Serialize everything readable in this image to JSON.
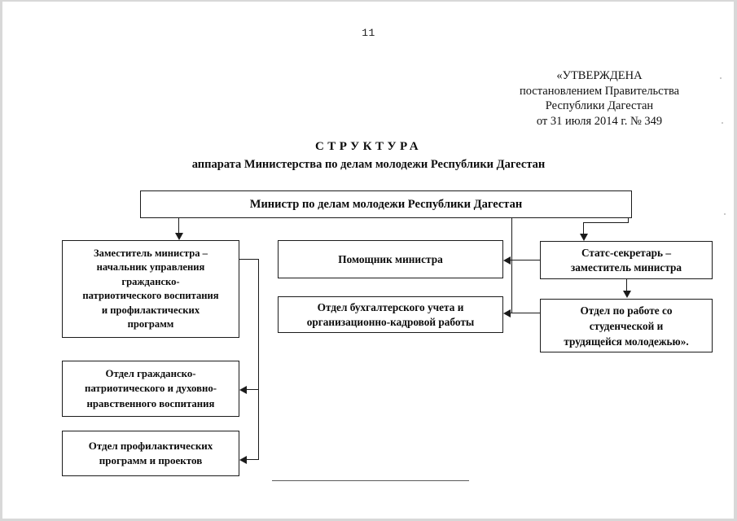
{
  "page": {
    "number": "11"
  },
  "approval": {
    "lines": [
      "«УТВЕРЖДЕНА",
      "постановлением Правительства",
      "Республики Дагестан",
      "от 31 июля 2014 г. № 349"
    ]
  },
  "title": {
    "heading": "СТРУКТУРА",
    "subheading": "аппарата Министерства по делам молодежи Республики Дагестан"
  },
  "chart_data": {
    "type": "diagram",
    "title": "СТРУКТУРА аппарата Министерства по делам молодежи Республики Дагестан",
    "nodes": [
      {
        "id": "minister",
        "label": "Министр по делам молодежи Республики Дагестан",
        "level": 0
      },
      {
        "id": "deputy",
        "label": "Заместитель министра –\nначальник управления\nгражданско-\nпатриотического воспитания\nи профилактических\nпрограмм",
        "level": 1
      },
      {
        "id": "assistant",
        "label": "Помощник министра",
        "level": 1
      },
      {
        "id": "accounting",
        "label": "Отдел бухгалтерского учета и\nорганизационно-кадровой работы",
        "level": 1
      },
      {
        "id": "state_secretary",
        "label": "Статс-секретарь –\nзаместитель министра",
        "level": 1
      },
      {
        "id": "student_dept",
        "label": "Отдел по работе со\nстуденческой и\nтрудящейся молодежью».",
        "level": 2
      },
      {
        "id": "civic_dept",
        "label": "Отдел  гражданско-\nпатриотического и духовно-\nнравственного воспитания",
        "level": 2
      },
      {
        "id": "prevention_dept",
        "label": "Отдел  профилактических\nпрограмм и проектов",
        "level": 2
      }
    ],
    "edges": [
      {
        "from": "minister",
        "to": "deputy",
        "arrow": "down"
      },
      {
        "from": "minister",
        "to": "state_secretary",
        "arrow": "down"
      },
      {
        "from": "minister",
        "to": "assistant",
        "arrow": "left"
      },
      {
        "from": "minister",
        "to": "accounting",
        "arrow": "left"
      },
      {
        "from": "state_secretary",
        "to": "student_dept",
        "arrow": "down"
      },
      {
        "from": "deputy",
        "to": "civic_dept",
        "arrow": "left"
      },
      {
        "from": "deputy",
        "to": "prevention_dept",
        "arrow": "left"
      }
    ]
  }
}
